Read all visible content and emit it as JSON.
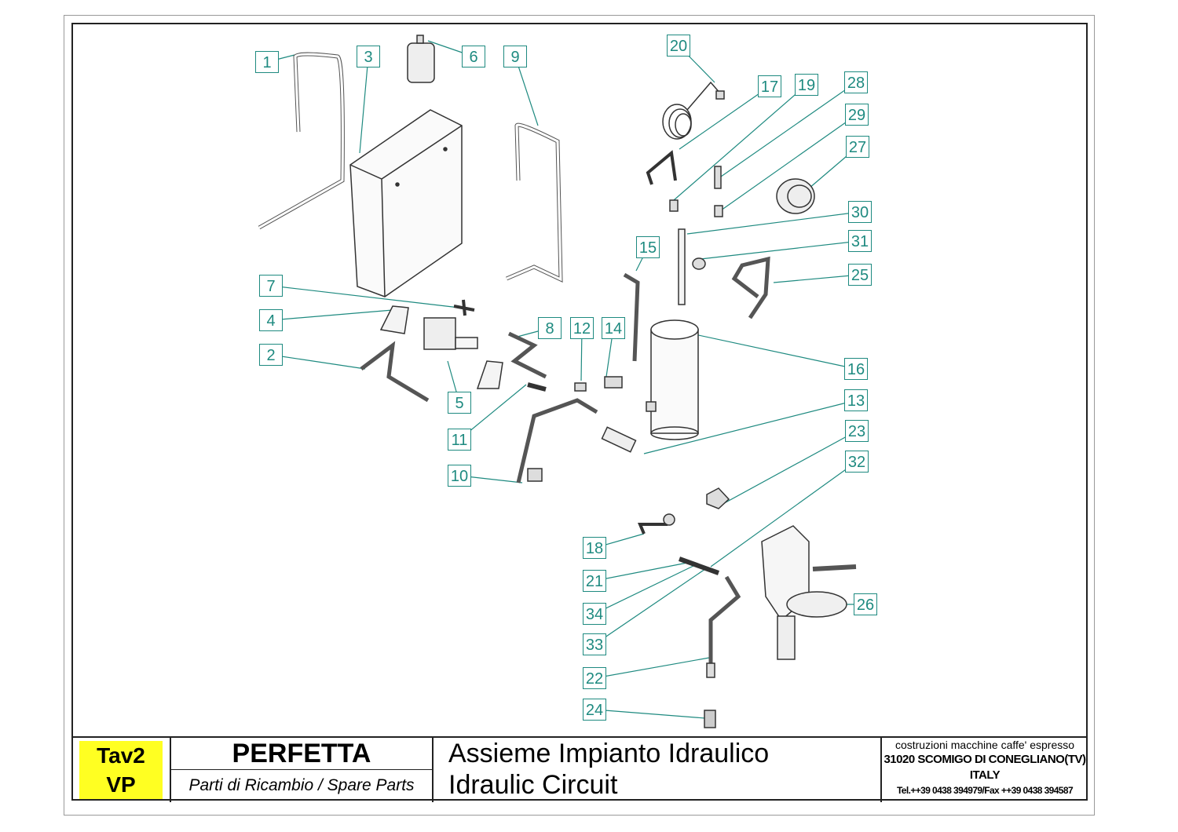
{
  "diagram": {
    "callouts": [
      "1",
      "3",
      "6",
      "9",
      "20",
      "17",
      "19",
      "28",
      "29",
      "27",
      "30",
      "31",
      "25",
      "15",
      "7",
      "4",
      "2",
      "5",
      "8",
      "12",
      "14",
      "16",
      "13",
      "11",
      "10",
      "23",
      "32",
      "18",
      "21",
      "34",
      "33",
      "26",
      "22",
      "24"
    ],
    "accent_color": "#1e8a80"
  },
  "title_block": {
    "code_line1": "Tav2",
    "code_line2": "VP",
    "model": "PERFETTA",
    "subtitle": "Parti di Ricambio / Spare Parts",
    "title_it": "Assieme Impianto Idraulico",
    "title_en": "Idraulic Circuit",
    "company_line1": "costruzioni macchine caffe' espresso",
    "company_line2": "31020 SCOMIGO DI CONEGLIANO(TV)",
    "company_line3": "ITALY",
    "company_line4": "Tel.++39 0438 394979/Fax ++39 0438 394587"
  }
}
